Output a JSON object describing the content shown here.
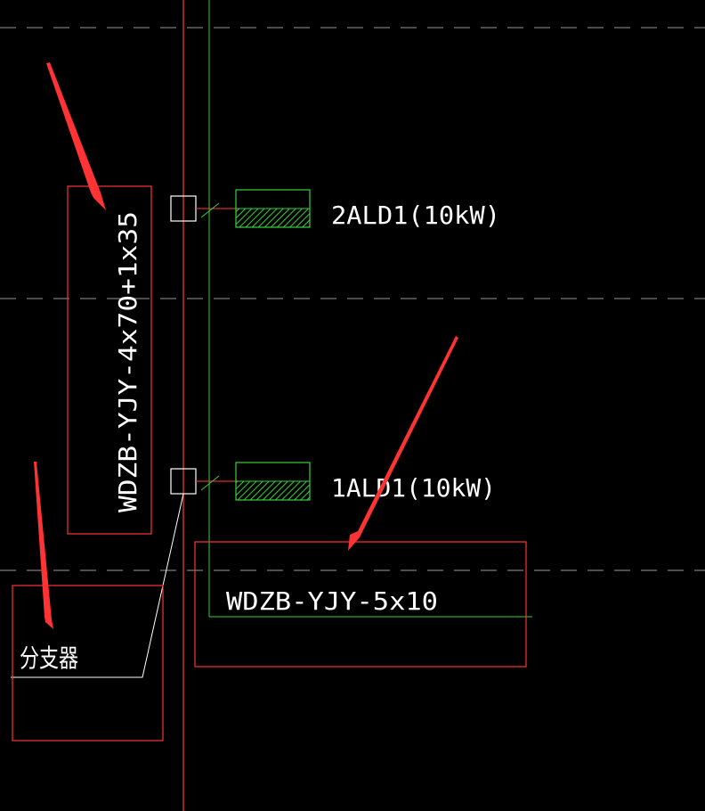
{
  "colors": {
    "background": "#000000",
    "gridline": "#9a9a9a",
    "busbar": "#ff3b3b",
    "panel_outline": "#36d13a",
    "text": "#ffffff",
    "callout": "#ff3333",
    "wire": "#ffffff"
  },
  "cable_main_label": "WDZB-YJY-4x70+1x35",
  "panels": [
    {
      "name": "2ALD1(10kW)"
    },
    {
      "name": "1ALD1(10kW)"
    }
  ],
  "branch_cable_label": "WDZB-YJY-5x10",
  "splitter_label": "分支器"
}
